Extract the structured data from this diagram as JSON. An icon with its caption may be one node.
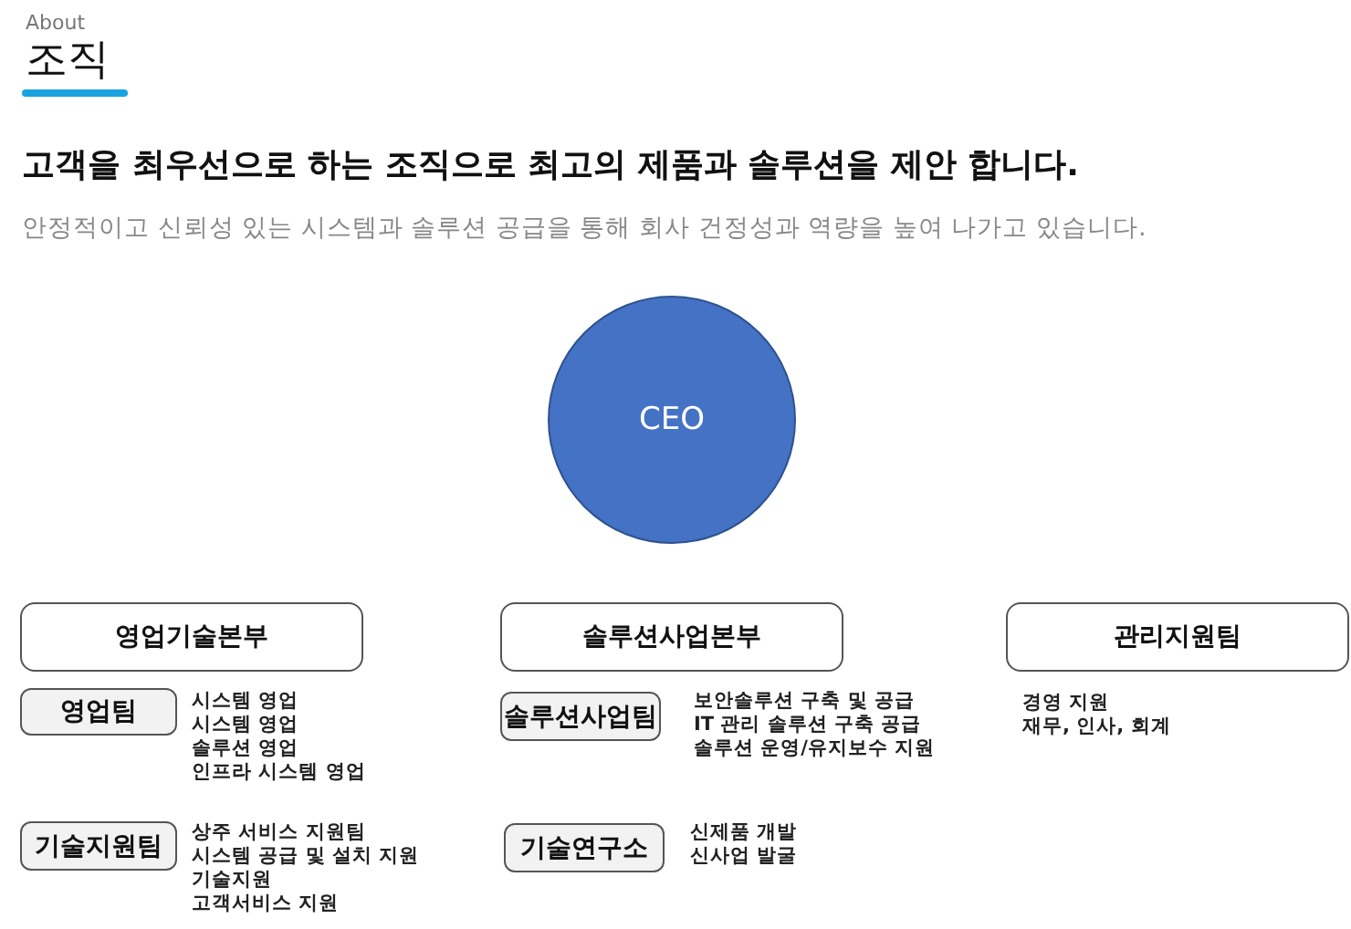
{
  "diagram": {
    "title": "조직",
    "nodes": [
      {
        "text": [
          "CEO"
        ]
      },
      {
        "text": [
          "영업기술본부"
        ]
      },
      {
        "text": [
          "솔루션사업본부"
        ]
      },
      {
        "text": [
          "관리지원팀"
        ],
        "beside": [
          "경영 지원",
          "재무, 인사, 회계"
        ]
      },
      {
        "text": [
          "영업팀"
        ],
        "beside": [
          "시스템 영업",
          "시스템 영업",
          "솔루션 영업",
          "인프라 시스템 영업"
        ]
      },
      {
        "text": [
          "솔루션사업팀"
        ],
        "beside": [
          "보안솔루션  구축 및 공급",
          "IT 관리 솔루션 구축 공급",
          "솔루션 운영/유지보수 지원"
        ]
      },
      {
        "text": [
          "기술지원팀"
        ],
        "beside": [
          "상주 서비스 지원팀",
          "시스템 공급 및 설치 지원",
          "기술지원",
          "고객서비스 지원"
        ]
      },
      {
        "text": [
          "기술연구소"
        ],
        "beside": [
          "신제품 개발",
          "신사업 발굴"
        ]
      }
    ],
    "labels": [
      "About",
      "고객을 최우선으로 하는 조직으로 최고의 제품과 솔루션을 제안 합니다.",
      "안정적이고 신뢰성 있는 시스템과 솔루션 공급을 통해 회사 건정성과 역량을 높여 나가고 있습니다."
    ]
  }
}
